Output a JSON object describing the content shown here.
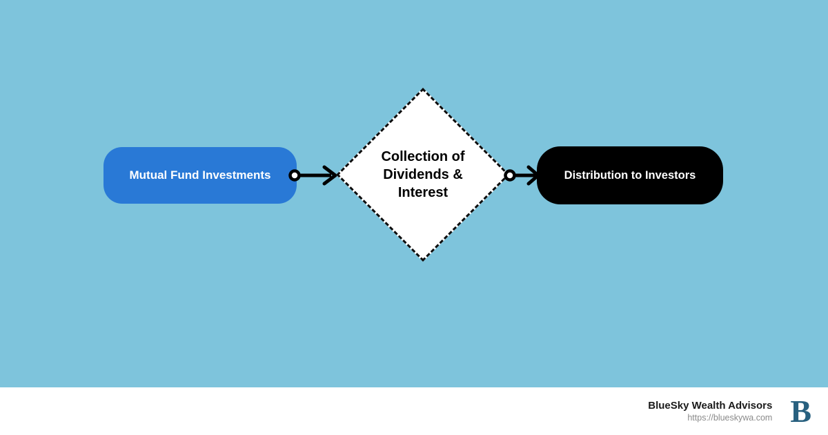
{
  "diagram": {
    "nodes": [
      {
        "id": "mutual-fund-investments",
        "label": "Mutual Fund Investments",
        "shape": "rounded-rectangle",
        "fill": "#2979D6",
        "text_color": "#FFFFFF"
      },
      {
        "id": "collection-of-dividends-interest",
        "label": "Collection of Dividends & Interest",
        "lines": [
          "Collection of",
          "Dividends &",
          "Interest"
        ],
        "shape": "diamond",
        "border_style": "dashed",
        "fill": "#FFFFFF",
        "text_color": "#000000"
      },
      {
        "id": "distribution-to-investors",
        "label": "Distribution to Investors",
        "shape": "rounded-rectangle",
        "fill": "#000000",
        "text_color": "#FFFFFF"
      }
    ],
    "edges": [
      {
        "from": "mutual-fund-investments",
        "to": "collection-of-dividends-interest",
        "style": "circle-tail-arrow",
        "color": "#000000"
      },
      {
        "from": "collection-of-dividends-interest",
        "to": "distribution-to-investors",
        "style": "circle-tail-arrow",
        "color": "#000000"
      }
    ]
  },
  "footer": {
    "brand": "BlueSky Wealth Advisors",
    "url": "https://blueskywa.com",
    "logo_letter": "B"
  },
  "colors": {
    "background": "#7EC4DC",
    "node_blue": "#2979D6",
    "node_black": "#000000",
    "diamond_fill": "#FFFFFF",
    "footer_background": "#FFFFFF",
    "logo_color": "#28607F",
    "url_text": "#8A8A8A"
  }
}
